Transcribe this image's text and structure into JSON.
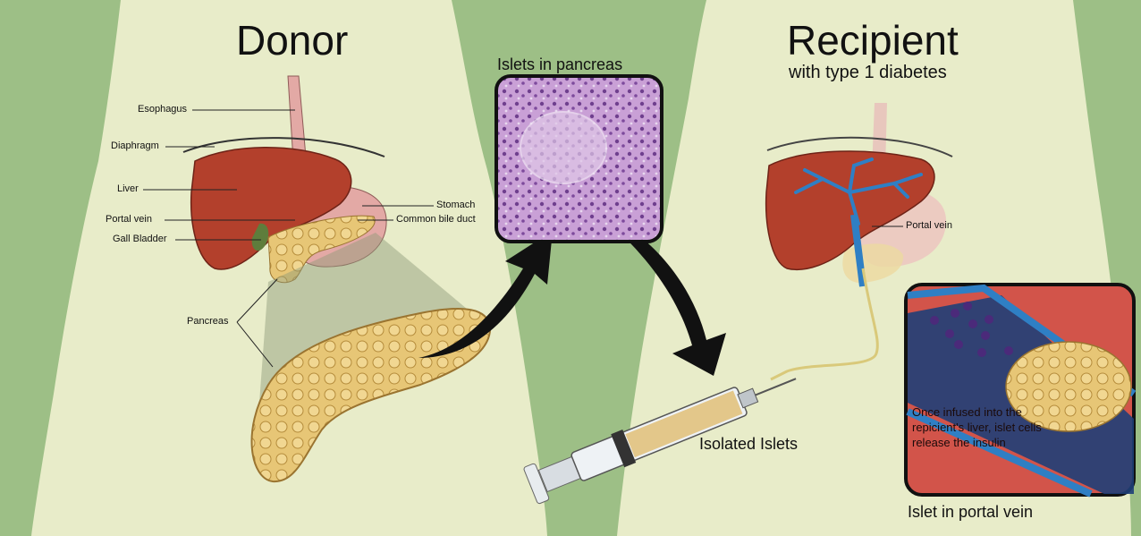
{
  "titles": {
    "donor": "Donor",
    "recipient": "Recipient",
    "recipient_subtitle": "with type 1 diabetes"
  },
  "labels": {
    "esophagus": "Esophagus",
    "diaphragm": "Diaphragm",
    "liver": "Liver",
    "portal_vein": "Portal vein",
    "gall_bladder": "Gall Bladder",
    "stomach": "Stomach",
    "common_bile_duct": "Common bile duct",
    "pancreas": "Pancreas",
    "recipient_portal_vein": "Portal vein"
  },
  "panels": {
    "islets_in_pancreas": "Islets in pancreas",
    "isolated_islets": "Isolated Islets",
    "islet_in_portal_vein": "Islet in portal vein",
    "infusion_note": "Once infused into the repicient's liver, islet cells release the insulin"
  },
  "colors": {
    "background": "#9dbf86",
    "body_silhouette": "#e8ecc9",
    "liver": "#b3402c",
    "stomach": "#e3a9a5",
    "pancreas": "#e3c06a",
    "vein_blue": "#2f7fc4",
    "vessel_red": "#d2544a",
    "arrow": "#111111"
  }
}
